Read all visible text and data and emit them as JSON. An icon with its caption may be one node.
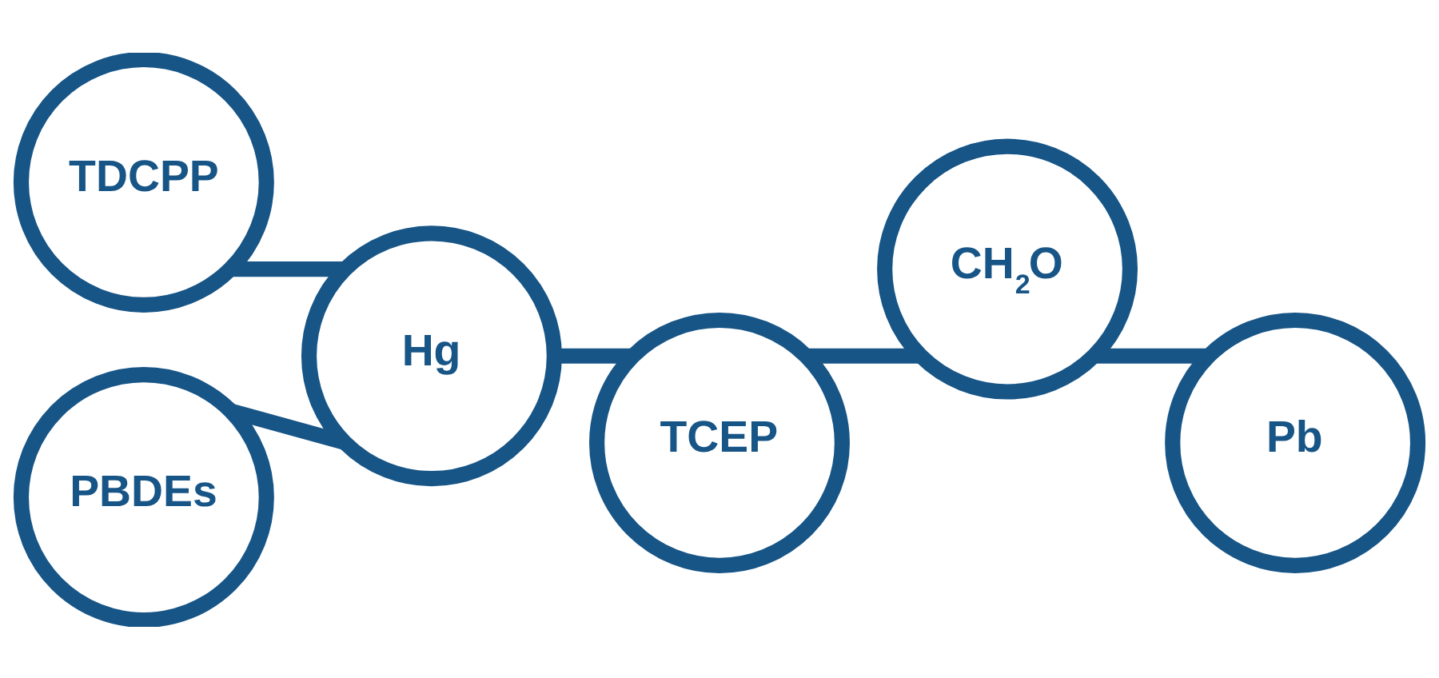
{
  "diagram": {
    "nodes": [
      {
        "text": [
          "TDCPP"
        ]
      },
      {
        "text": [
          "Hg"
        ]
      },
      {
        "text": [
          "PBDEs"
        ]
      },
      {
        "text": [
          "TCEP"
        ]
      },
      {
        "text": [
          "CH$_{2}$O"
        ]
      },
      {
        "text": [
          "Pb"
        ]
      }
    ],
    "edges": [
      {
        "from": 0,
        "to": 1,
        "arrow": "none"
      },
      {
        "from": 1,
        "to": 2,
        "arrow": "none"
      },
      {
        "from": 1,
        "to": 3,
        "arrow": "none"
      },
      {
        "from": 3,
        "to": 4,
        "arrow": "none"
      },
      {
        "from": 4,
        "to": 5,
        "arrow": "none"
      }
    ]
  }
}
